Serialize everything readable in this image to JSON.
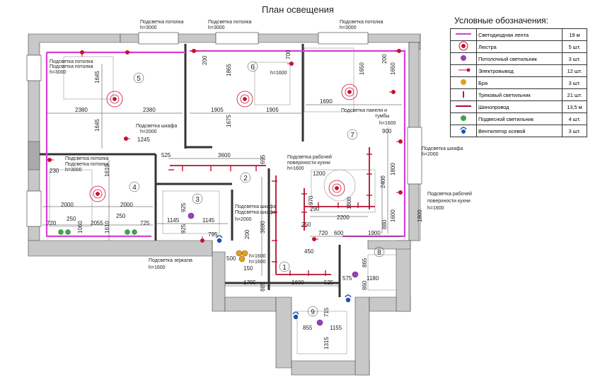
{
  "title": "План освещения",
  "legend": {
    "title": "Условные обозначения:",
    "items": [
      {
        "icon": "led-strip",
        "label": "Светодиодная лента",
        "qty": "19 м"
      },
      {
        "icon": "chandelier",
        "label": "Люстра",
        "qty": "5 шт."
      },
      {
        "icon": "ceiling-light",
        "label": "Потолочный светильник",
        "qty": "3 шт."
      },
      {
        "icon": "electrical-outlet",
        "label": "Электровывод",
        "qty": "12 шт."
      },
      {
        "icon": "wall-sconce",
        "label": "Бра",
        "qty": "3 шт."
      },
      {
        "icon": "track-light",
        "label": "Трековый светильник",
        "qty": "21 шт."
      },
      {
        "icon": "busbar",
        "label": "Шинопровод",
        "qty": "13,5 м"
      },
      {
        "icon": "pendant-light",
        "label": "Подвесной светильник",
        "qty": "4 шт."
      },
      {
        "icon": "axial-fan",
        "label": "Вентилятор осевой",
        "qty": "3 шт."
      }
    ]
  },
  "rooms": [
    "1",
    "2",
    "3",
    "4",
    "5",
    "6",
    "7",
    "8",
    "9"
  ],
  "labels": {
    "ceiling_light_1": "Подсветка потолка",
    "ceiling_light_2": "Подсветка потолка",
    "ceiling_light_3": "Подсветка потолка",
    "ceiling_light_4": "Подсветка потолка",
    "ceiling_light_5": "Подсветка потолка",
    "h3000": "h=3000",
    "h2000": "h=2000",
    "h1600": "h=1600",
    "wardrobe_light": "Подсветка шкафа",
    "wardrobe_light_2": "Подсветка шкафа",
    "wardrobe_light_3": "Подсветка шкафа",
    "panel_light": "Подсветка панели и",
    "panel_light_2": "тумбы",
    "worktop_light": "Подсветка рабочей",
    "worktop_light_2": "поверхности кухни",
    "worktop_light_b": "Подсветка рабочей",
    "worktop_light_b2": "поверхности кухни",
    "mirror_light": "Подсветка зеркала"
  },
  "dims": {
    "d2380a": "2380",
    "d2380b": "2380",
    "d1905a": "1905",
    "d1905b": "1905",
    "d1690": "1690",
    "d1645a": "1645",
    "d1645b": "1645",
    "d1865": "1865",
    "d1675": "1675",
    "d200a": "200",
    "d700": "700",
    "d1650a": "1650",
    "d1650b": "1650",
    "d200b": "200",
    "d1245": "1245",
    "d525a": "525",
    "d3600": "3600",
    "d695": "695",
    "d230": "230",
    "d1610": "1610",
    "d2000a": "2000",
    "d2000b": "2000",
    "d720a": "720",
    "d250a": "250",
    "d2055": "2055",
    "d250b": "250",
    "d725": "725",
    "d1145a": "1145",
    "d1145b": "1145",
    "d925a": "925",
    "d925b": "925",
    "d3690": "3690",
    "d1200": "1200",
    "d970": "970",
    "d290": "290",
    "d2200": "2200",
    "d2400": "2400",
    "d1800a": "1800",
    "d1800b": "1800",
    "d1600a": "1600",
    "d900": "900",
    "d1800c": "1800",
    "d600": "600",
    "d1900": "1900",
    "d720b": "720",
    "d880": "880",
    "d450": "450",
    "d795": "795",
    "d500": "500",
    "d150": "150",
    "d1795": "1795",
    "d1600b": "1600",
    "d525b": "525",
    "d885": "885",
    "d575": "575",
    "d1180": "1180",
    "d865": "865",
    "d860": "860",
    "d715": "715",
    "d855": "855",
    "d1155": "1155",
    "d1315": "1315",
    "d200c": "200",
    "d1060": "1060",
    "d1610b": "1610"
  },
  "colors": {
    "led": "#d63fd6",
    "track": "#c8102e",
    "wall": "#c8c8c8",
    "busbar": "#b01030",
    "pendant": "#3aa84a",
    "sconce": "#e0a020",
    "fan": "#1f4fb0",
    "ceiling": "#9a3fbf"
  }
}
